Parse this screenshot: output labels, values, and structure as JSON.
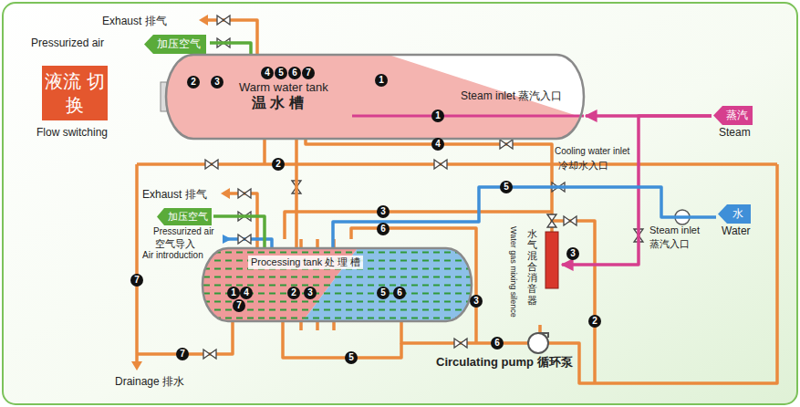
{
  "diagram": {
    "nodes": [
      {
        "text": [
          "液流 切换",
          "Flow switching"
        ]
      },
      {
        "text": [
          "Pressurized air",
          "加压空气"
        ]
      },
      {
        "text": [
          "Warm water tank",
          "温 水 槽"
        ]
      },
      {
        "text": [
          "蒸汽",
          "Steam"
        ]
      },
      {
        "text": [
          "水",
          "Water"
        ]
      },
      {
        "text": [
          "加压空气"
        ]
      },
      {
        "text": [
          "Processing tank 处 理 槽"
        ]
      },
      {
        "text": [
          "水气混合消音器",
          "Water gas mixing silence"
        ]
      },
      {
        "text": [
          "Circulating pump 循环泵"
        ]
      }
    ],
    "edges": [
      {
        "from": 3,
        "to": 2,
        "arrow": "to"
      },
      {
        "from": 3,
        "to": 7,
        "arrow": "to"
      },
      {
        "from": 4,
        "to": 6,
        "arrow": "none"
      },
      {
        "from": 2,
        "to": 6,
        "arrow": "none"
      },
      {
        "from": 1,
        "to": 2,
        "arrow": "none"
      },
      {
        "from": 5,
        "to": 6,
        "arrow": "none"
      },
      {
        "from": 7,
        "to": 8,
        "arrow": "none"
      },
      {
        "from": 6,
        "to": 8,
        "arrow": "none"
      }
    ],
    "labels": [
      "Exhaust 排气",
      "2",
      "3",
      "4",
      "5",
      "6",
      "7",
      "1",
      "Steam inlet 蒸汽入口",
      "1",
      "4",
      "2",
      "Cooling water inlet",
      "冷却水入口",
      "5",
      "Exhaust 排气",
      "Pressurized air",
      "空气导入",
      "Air introduction",
      "3",
      "6",
      "Steam inlet",
      "蒸汽入口",
      "3",
      "7",
      "1",
      "4",
      "7",
      "2",
      "3",
      "5",
      "6",
      "3",
      "2",
      "5",
      "6",
      "7",
      "Drainage 排水"
    ]
  }
}
